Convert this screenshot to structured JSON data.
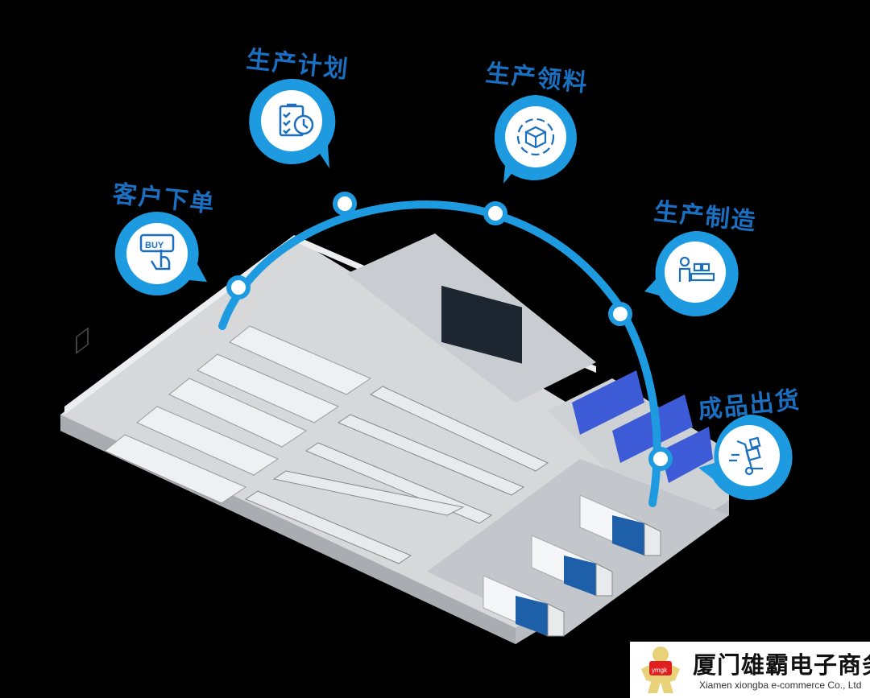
{
  "steps": [
    {
      "label": "客户下单",
      "icon": "buy-button-icon",
      "button_text": "BUY"
    },
    {
      "label": "生产计划",
      "icon": "clipboard-clock-icon"
    },
    {
      "label": "生产领料",
      "icon": "material-cycle-box-icon"
    },
    {
      "label": "生产制造",
      "icon": "worker-conveyor-icon"
    },
    {
      "label": "成品出货",
      "icon": "hand-truck-boxes-icon"
    }
  ],
  "watermark": {
    "title": "厦门雄霸电子商务",
    "subtitle": "Xiamen xiongba e-commerce Co., Ltd",
    "mascot_text": "ymgk"
  },
  "colors": {
    "accent": "#1e9be0",
    "label": "#1a6fc0",
    "floor": "#d6d8da"
  }
}
